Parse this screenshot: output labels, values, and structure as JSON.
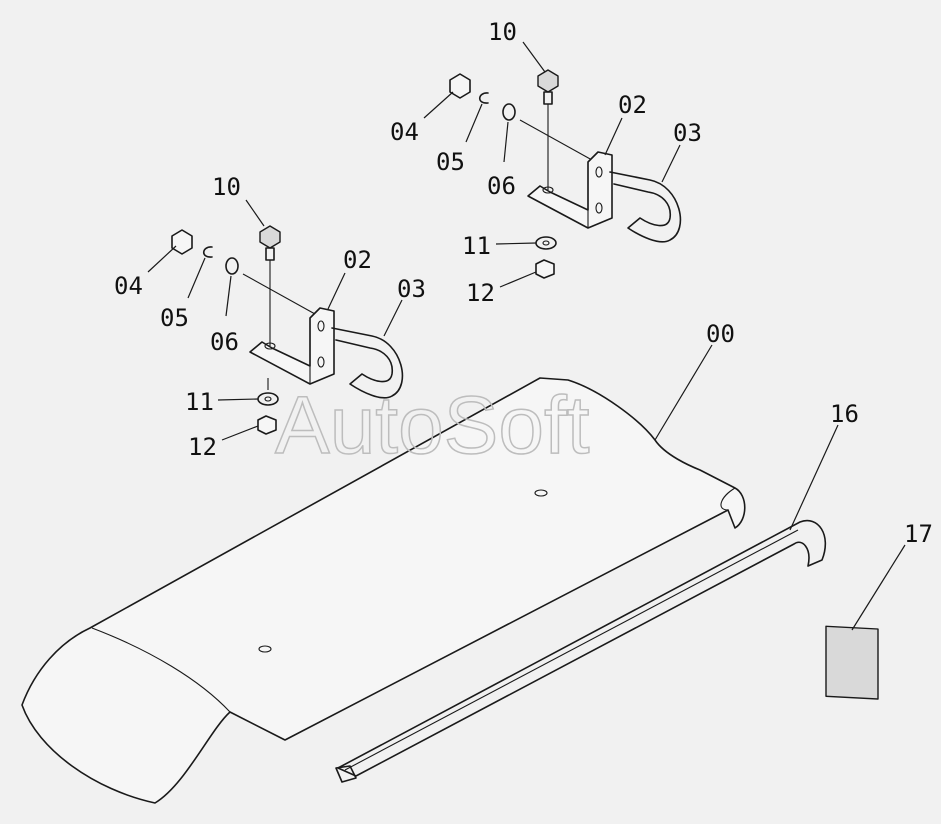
{
  "watermark": "AutoSoft",
  "callouts": {
    "c00": "00",
    "c16": "16",
    "c17": "17",
    "u10": "10",
    "u04": "04",
    "u05": "05",
    "u06": "06",
    "u02": "02",
    "u03": "03",
    "u11": "11",
    "u12": "12",
    "l10": "10",
    "l04": "04",
    "l05": "05",
    "l06": "06",
    "l02": "02",
    "l03": "03",
    "l11": "11",
    "l12": "12"
  }
}
